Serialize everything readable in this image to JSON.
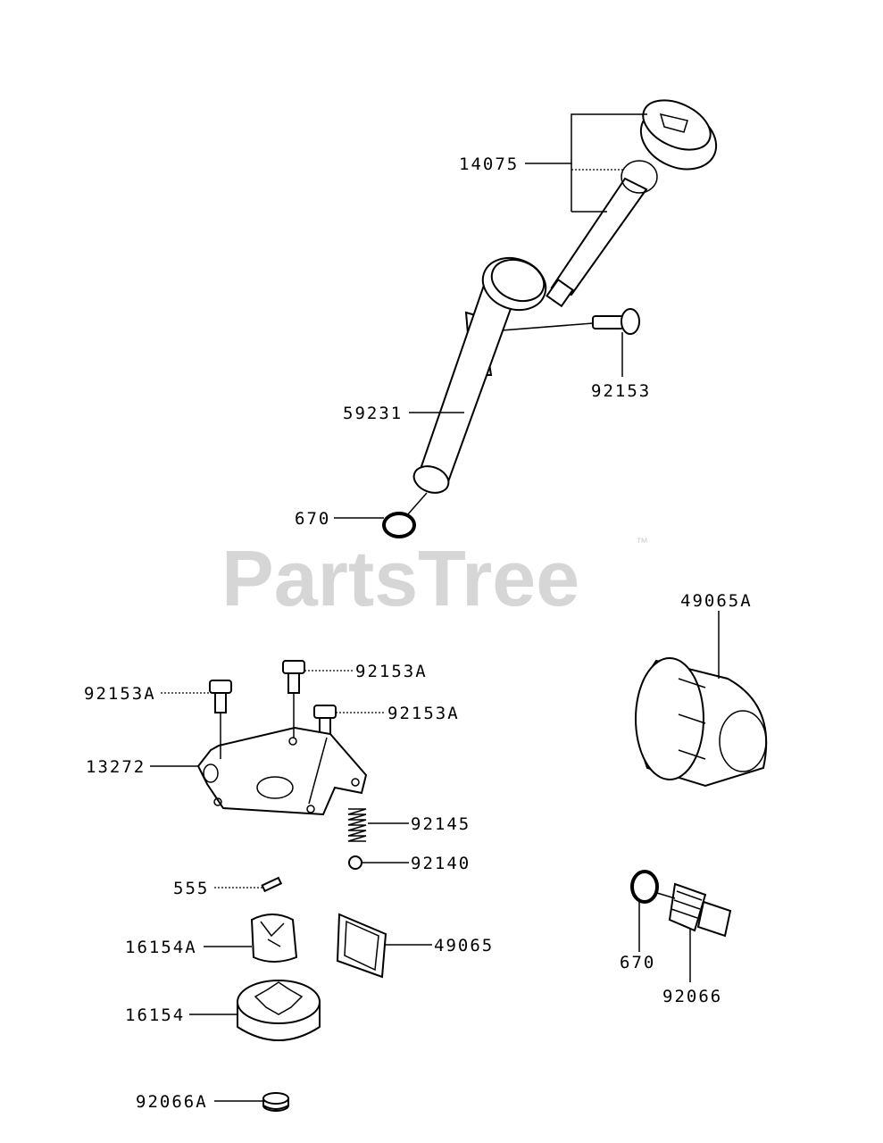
{
  "watermark": {
    "text": "PartsTree",
    "trademark": "™"
  },
  "parts": [
    {
      "id": "p14075",
      "label": "14075"
    },
    {
      "id": "p92153",
      "label": "92153"
    },
    {
      "id": "p59231",
      "label": "59231"
    },
    {
      "id": "p670a",
      "label": "670"
    },
    {
      "id": "p49065A",
      "label": "49065A"
    },
    {
      "id": "p92153A_1",
      "label": "92153A"
    },
    {
      "id": "p92153A_2",
      "label": "92153A"
    },
    {
      "id": "p92153A_3",
      "label": "92153A"
    },
    {
      "id": "p13272",
      "label": "13272"
    },
    {
      "id": "p92145",
      "label": "92145"
    },
    {
      "id": "p92140",
      "label": "92140"
    },
    {
      "id": "p555",
      "label": "555"
    },
    {
      "id": "p16154A",
      "label": "16154A"
    },
    {
      "id": "p49065",
      "label": "49065"
    },
    {
      "id": "p670b",
      "label": "670"
    },
    {
      "id": "p92066",
      "label": "92066"
    },
    {
      "id": "p16154",
      "label": "16154"
    },
    {
      "id": "p92066A",
      "label": "92066A"
    }
  ]
}
